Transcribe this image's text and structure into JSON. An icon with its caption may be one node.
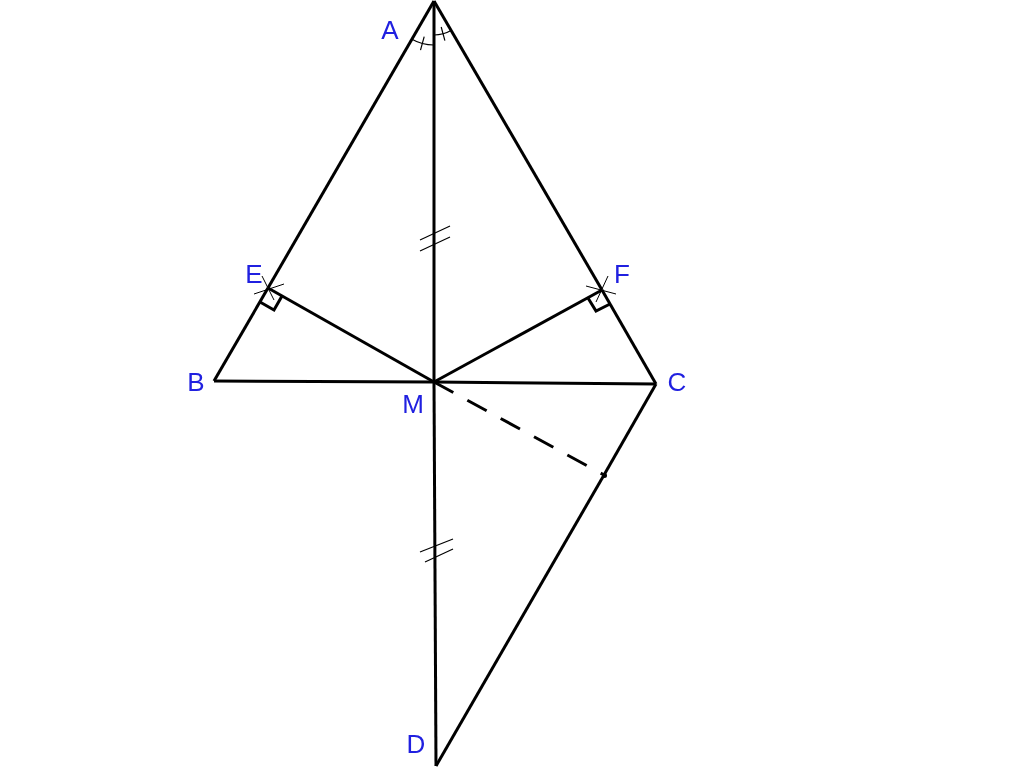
{
  "diagram": {
    "nodes": [
      {
        "text": [
          "A"
        ]
      },
      {
        "text": [
          "E"
        ]
      },
      {
        "text": [
          "F"
        ]
      },
      {
        "text": [
          "B"
        ]
      },
      {
        "text": [
          "M"
        ]
      },
      {
        "text": [
          "C"
        ]
      },
      {
        "text": [],
        "shape": "point"
      },
      {
        "text": [
          "D"
        ]
      }
    ],
    "edges": [
      {
        "from": 0,
        "to": 1,
        "arrow": "none"
      },
      {
        "from": 1,
        "to": 3,
        "arrow": "none"
      },
      {
        "from": 0,
        "to": 2,
        "arrow": "none"
      },
      {
        "from": 2,
        "to": 5,
        "arrow": "none"
      },
      {
        "from": 0,
        "to": 4,
        "arrow": "none"
      },
      {
        "from": 4,
        "to": 7,
        "arrow": "none"
      },
      {
        "from": 3,
        "to": 4,
        "arrow": "none"
      },
      {
        "from": 4,
        "to": 5,
        "arrow": "none"
      },
      {
        "from": 4,
        "to": 1,
        "arrow": "none"
      },
      {
        "from": 4,
        "to": 2,
        "arrow": "none"
      },
      {
        "from": 5,
        "to": 6,
        "arrow": "none"
      },
      {
        "from": 6,
        "to": 7,
        "arrow": "none"
      },
      {
        "from": 4,
        "to": 6,
        "arrow": "none",
        "style": "dashed"
      }
    ]
  }
}
